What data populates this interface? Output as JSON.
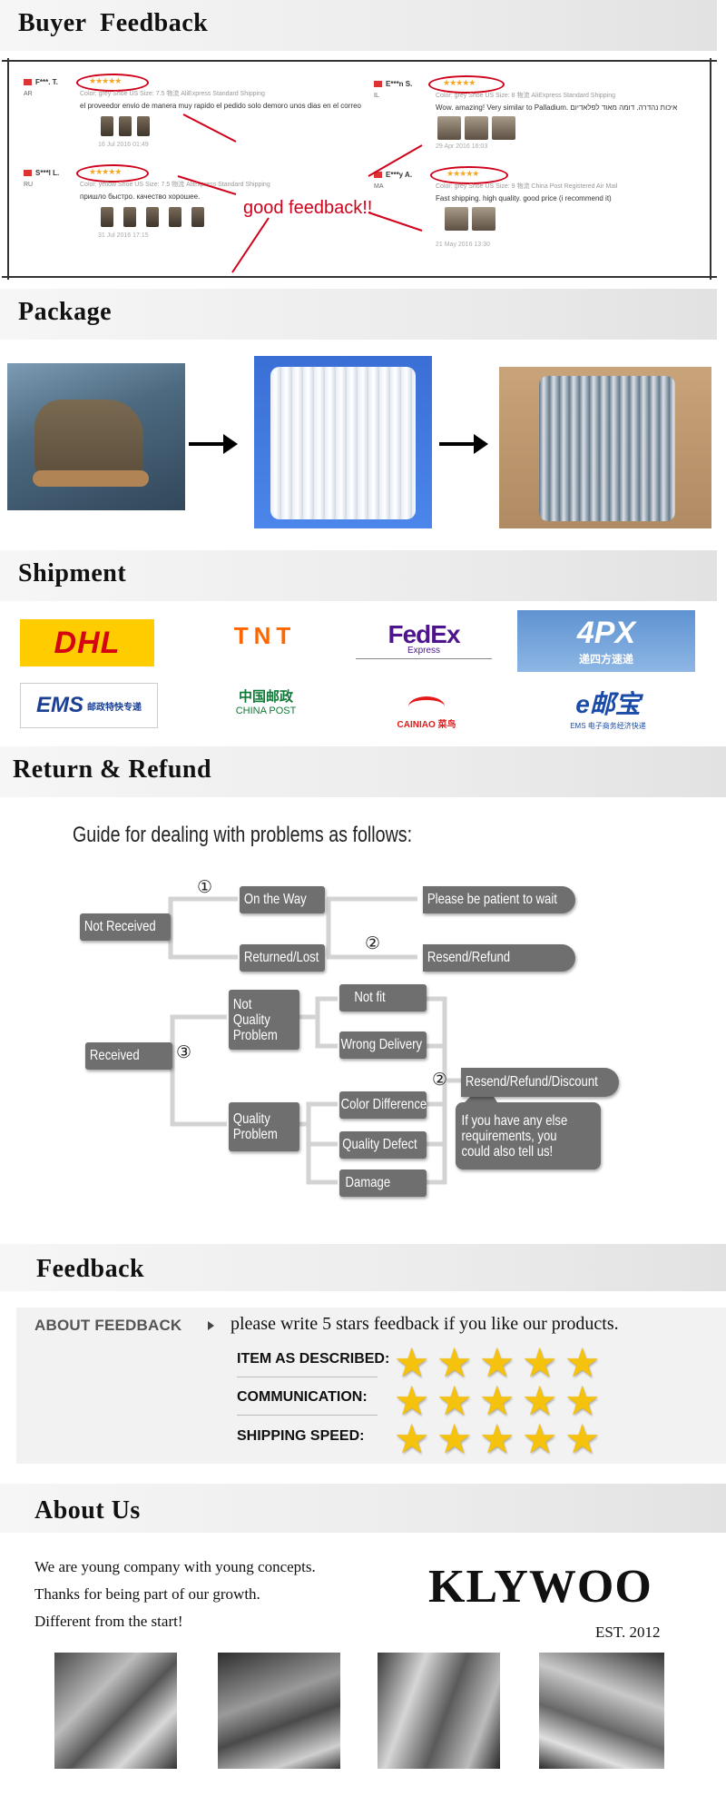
{
  "sections": {
    "buyer_feedback": "Buyer  Feedback",
    "package": "Package",
    "shipment": "Shipment",
    "return_refund": "Return & Refund",
    "feedback": "Feedback",
    "about_us": "About Us"
  },
  "buyer_feedback": {
    "callout": "good feedback!!",
    "reviews": [
      {
        "name": "F***. T.",
        "country": "AR",
        "meta": "Color: grey   Shoe US Size: 7.5   物流 AliExpress Standard Shipping",
        "text": "el proveedor envio de manera muy rapido el pedido solo demoro unos dias en el correo",
        "date": "16 Jul 2016 01:49"
      },
      {
        "name": "S***l L.",
        "country": "RU",
        "meta": "Color: yellow   Shoe US Size: 7.5   物流 AliExpress Standard Shipping",
        "text": "пришло быстро. качество хорошее.",
        "date": "31 Jul 2016 17:15"
      },
      {
        "name": "E***n S.",
        "country": "IL",
        "meta": "Color: grey   Shoe US Size: 8   物流 AliExpress Standard Shipping",
        "text": "Wow. amazing! Very similar to Palladium. איכות נהדרה. דומה מאוד לפלאדיום",
        "date": "29 Apr 2016 16:03"
      },
      {
        "name": "E***y A.",
        "country": "MA",
        "meta": "Color: grey   Shoe US Size: 9   物流 China Post Registered Air Mail",
        "text": "Fast shipping. high quality. good price (i recommend it)",
        "date": "21 May 2016 13:30"
      }
    ],
    "stars": "★★★★★"
  },
  "shipment": {
    "carriers": [
      "DHL",
      "TNT",
      "FedEx",
      "Express",
      "4PX",
      "递四方速递",
      "EMS",
      "邮政特快专递",
      "中国邮政",
      "CHINA POST",
      "CAINIAO 菜鸟",
      "e邮宝",
      "EMS 电子商务经济快递"
    ]
  },
  "guide": {
    "title": "Guide for dealing with problems as follows:",
    "not_received": "Not Received",
    "on_the_way": "On the Way",
    "patient": "Please be patient to wait",
    "returned_lost": "Returned/Lost",
    "resend_refund": "Resend/Refund",
    "received": "Received",
    "not_quality_problem": "Not Quality Problem",
    "not_fit": "Not fit",
    "wrong_delivery": "Wrong Delivery",
    "quality_problem": "Quality Problem",
    "color_difference": "Color Difference",
    "quality_defect": "Quality Defect",
    "damage": "Damage",
    "resend_refund_discount": "Resend/Refund/Discount",
    "else_requirements": "If you have any else requirements, you could also tell us!",
    "n1": "①",
    "n2": "②",
    "n3": "③"
  },
  "feedback": {
    "about": "ABOUT FEEDBACK",
    "note": "please write 5 stars feedback if you like our products.",
    "item_described": "ITEM AS DESCRIBED:",
    "communication": "COMMUNICATION:",
    "shipping_speed": "SHIPPING SPEED:",
    "star_glyph": "★"
  },
  "about": {
    "line1": "We are young company with young concepts.",
    "line2": "Thanks for being part of our growth.",
    "line3": "Different from the start!",
    "brand": "KLYWOO",
    "est": "EST. 2012"
  },
  "colors": {
    "accent_red": "#d0021b",
    "star_gold": "#f5c20e",
    "guide_box": "#6f6f6f"
  }
}
